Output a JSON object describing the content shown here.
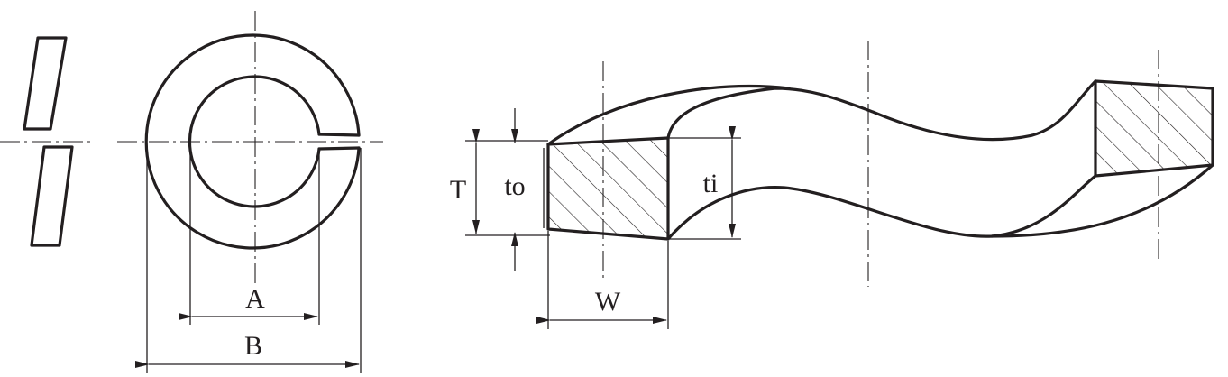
{
  "labels": {
    "inner_diameter": "A",
    "outer_diameter": "B",
    "total_thickness": "T",
    "outer_thickness": "to",
    "inner_thickness": "ti",
    "width": "W"
  },
  "colors": {
    "line": "#231f20",
    "background": "#ffffff"
  }
}
